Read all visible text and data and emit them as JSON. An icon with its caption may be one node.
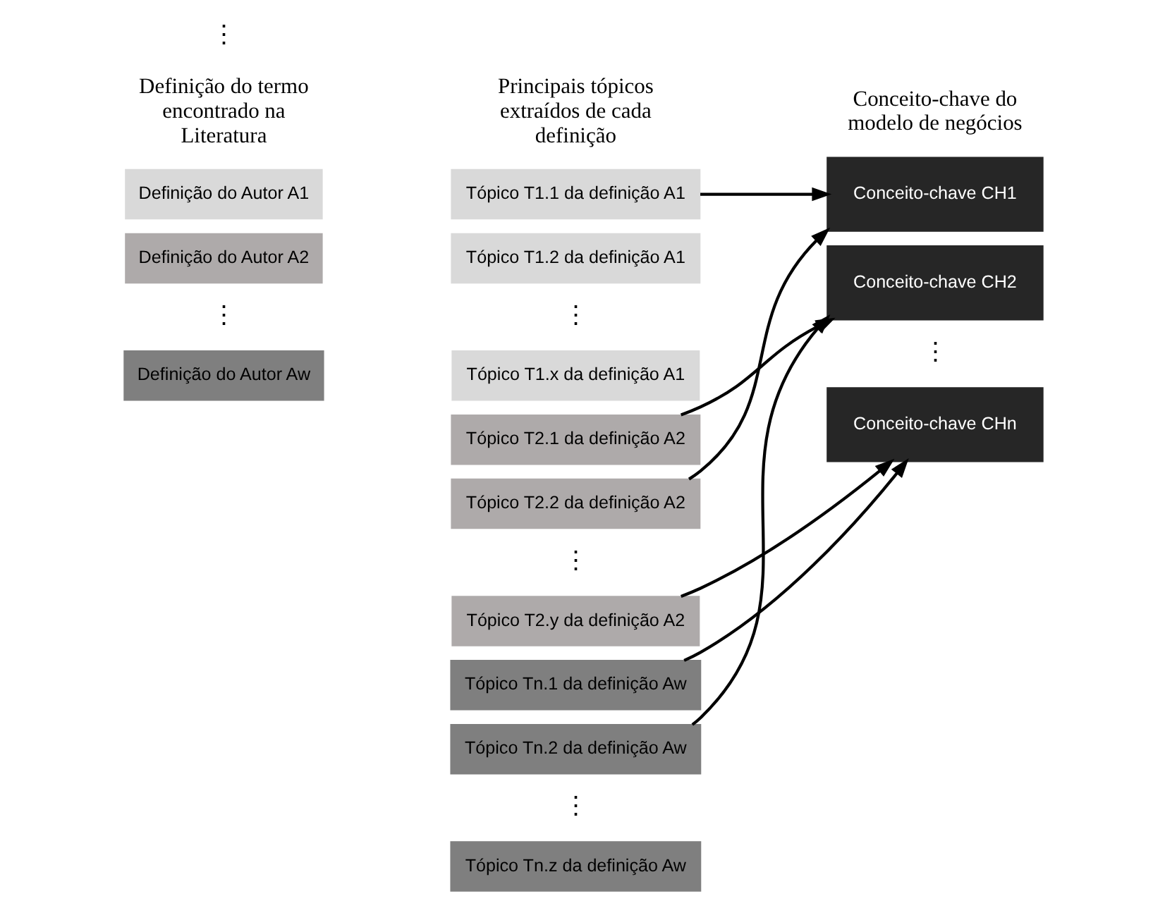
{
  "diagram": {
    "nodes": [
      {
        "text": [
          "Definição do Autor A1"
        ]
      },
      {
        "text": [
          "Definição do Autor A2"
        ]
      },
      {
        "text": [
          "Definição do Autor Aw"
        ]
      },
      {
        "text": [
          "Tópico T1.1 da definição A1"
        ]
      },
      {
        "text": [
          "Tópico T1.2 da definição A1"
        ]
      },
      {
        "text": [
          "Tópico T1.x da definição A1"
        ]
      },
      {
        "text": [
          "Tópico T2.1 da definição A2"
        ]
      },
      {
        "text": [
          "Tópico T2.2 da definição A2"
        ]
      },
      {
        "text": [
          "Tópico T2.y da definição A2"
        ]
      },
      {
        "text": [
          "Tópico Tn.1 da definição Aw"
        ]
      },
      {
        "text": [
          "Tópico Tn.2 da definição Aw"
        ]
      },
      {
        "text": [
          "Tópico Tn.z da definição Aw"
        ]
      },
      {
        "text": [
          "Conceito-chave CH1"
        ]
      },
      {
        "text": [
          "Conceito-chave CH2"
        ]
      },
      {
        "text": [
          "Conceito-chave CHn"
        ]
      }
    ],
    "edges": [
      {
        "from": 3,
        "to": 12,
        "arrow": "to"
      },
      {
        "from": 7,
        "to": 12,
        "arrow": "to"
      },
      {
        "from": 6,
        "to": 13,
        "arrow": "to"
      },
      {
        "from": 10,
        "to": 13,
        "arrow": "to"
      },
      {
        "from": 8,
        "to": 14,
        "arrow": "to"
      },
      {
        "from": 9,
        "to": 14,
        "arrow": "to"
      }
    ],
    "labels": [
      "Definição do termo encontrado na Literatura",
      "Principais tópicos extraídos de cada definição",
      "Conceito-chave do modelo de negócios",
      "⋮",
      "⋮",
      "⋮",
      "⋮",
      "⋮",
      "⋮"
    ]
  }
}
